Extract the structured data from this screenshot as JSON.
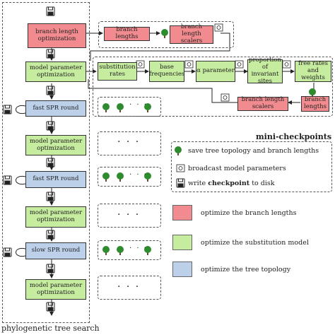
{
  "main_flow": {
    "box1": "branch length optimization",
    "box2": "model parameter optimization",
    "box3": "fast SPR round",
    "box4": "model parameter optimization",
    "box5": "fast SPR round",
    "box6": "model parameter optimization",
    "box7": "slow SPR round",
    "box8": "model parameter optimization",
    "footer": "phylogenetic tree search"
  },
  "top_detail": {
    "a": "branch lengths",
    "b": "branch length scalers"
  },
  "model_detail": {
    "a": "substitution rates",
    "b": "base frequencies",
    "c": "α parameter",
    "d": "proportion of invariant sites",
    "e": "free rates and weights",
    "f": "branch lengths",
    "g": "branch length scalers"
  },
  "ellipsis": "· · ·",
  "legend": {
    "title": "mini-checkpoints",
    "save_tree": "save tree topology and branch lengths",
    "broadcast": "broadcast model parameters",
    "write_pre": "write",
    "write_bold": "checkpoint",
    "write_post": "to disk",
    "optimize_branch": "optimize the branch lengths",
    "optimize_model": "optimize the substitution model",
    "optimize_topology": "optimize the tree topology"
  },
  "colors": {
    "red": "#f28b8f",
    "green": "#c6ec9f",
    "blue": "#bcd0ea"
  }
}
